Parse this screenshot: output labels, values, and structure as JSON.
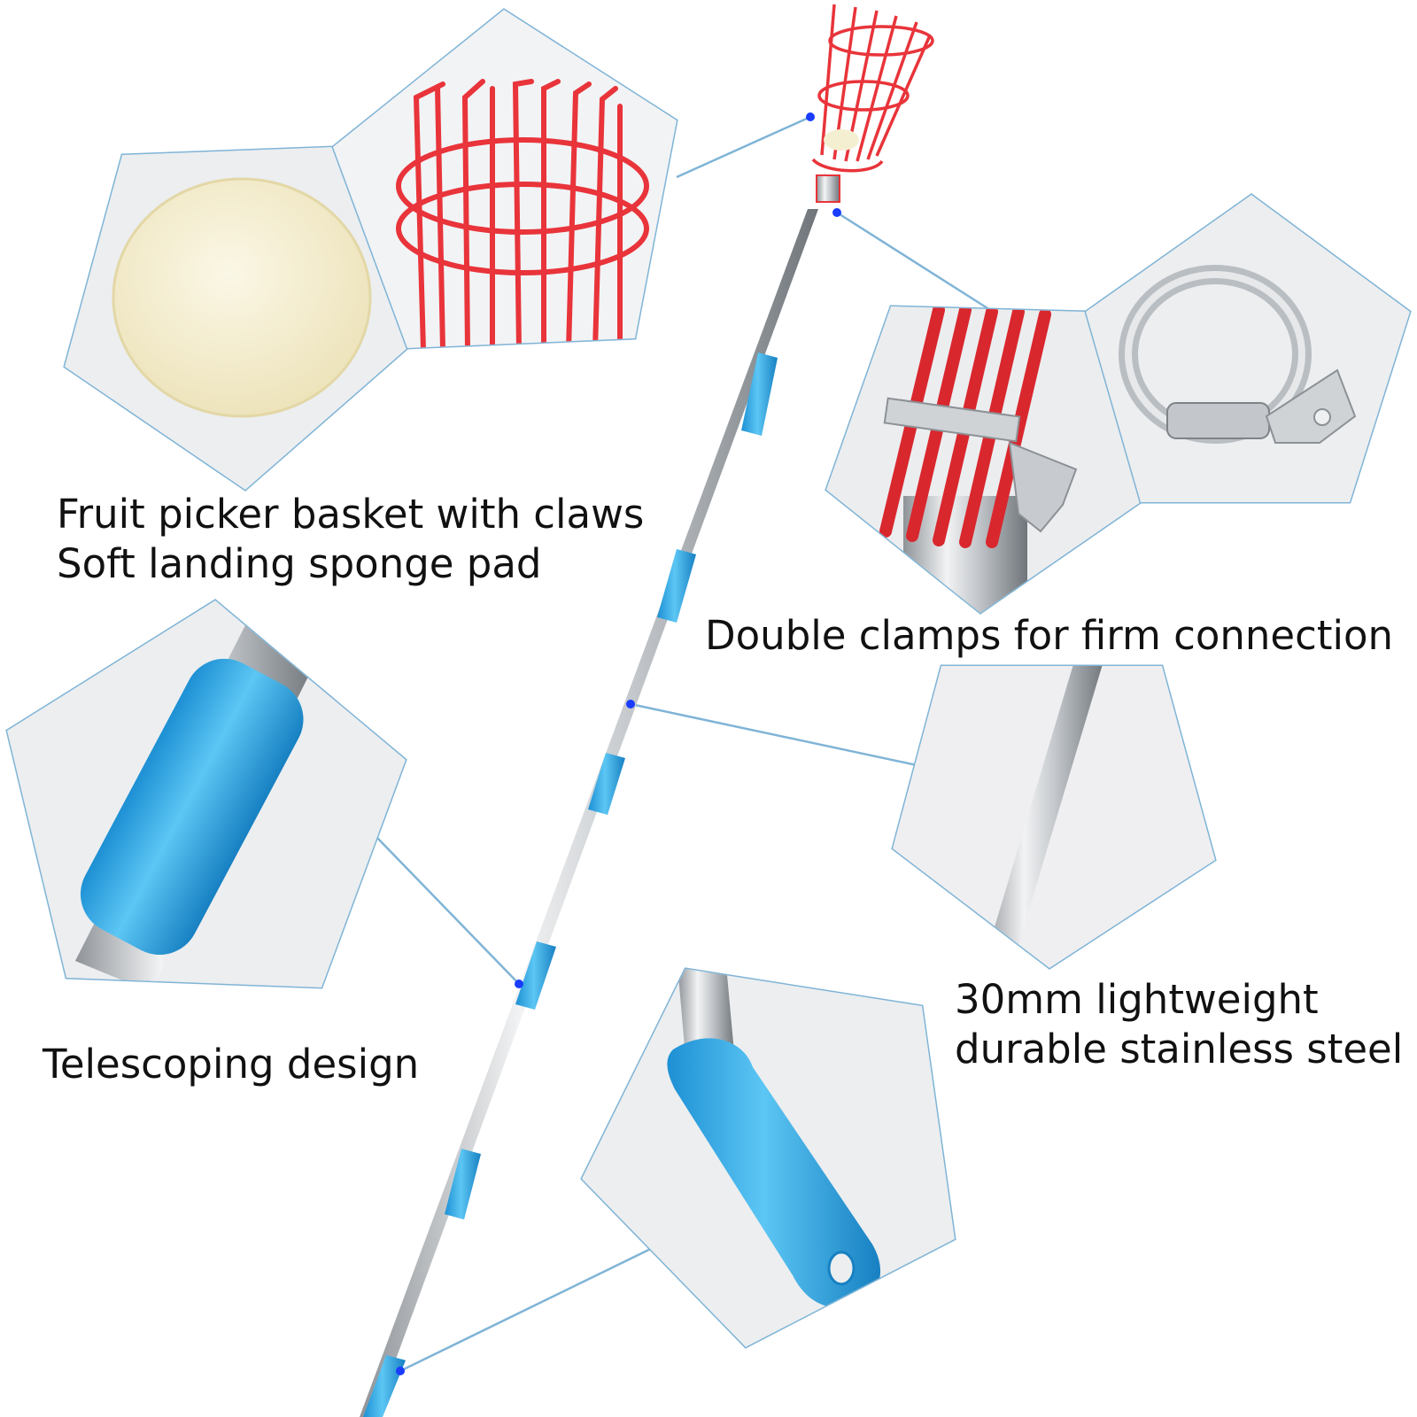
{
  "colors": {
    "panel_stroke": "#7fb4d6",
    "panel_fill": "#eef0f2",
    "accent_blue": "#2fa8e6",
    "basket_red": "#e8343a",
    "steel": "#c9ccd0",
    "sponge": "#f5efd2"
  },
  "captions": {
    "basket": {
      "line1": "Fruit picker basket with claws",
      "line2": "Soft landing sponge pad"
    },
    "clamps": "Double clamps for firm connection",
    "steel": {
      "line1": "30mm lightweight",
      "line2": "durable stainless steel"
    },
    "telescope": "Telescoping design"
  },
  "panels": [
    {
      "name": "sponge-pad-panel",
      "icon": "sponge-pad-icon"
    },
    {
      "name": "picker-basket-panel",
      "icon": "basket-icon"
    },
    {
      "name": "basket-clamp-panel",
      "icon": "clamp-icon"
    },
    {
      "name": "hose-clamp-panel",
      "icon": "hose-clamp-icon"
    },
    {
      "name": "stainless-pole-panel",
      "icon": "pole-icon"
    },
    {
      "name": "telescoping-joint-panel",
      "icon": "joint-sleeve-icon"
    },
    {
      "name": "handle-grip-panel",
      "icon": "handle-grip-icon"
    }
  ]
}
